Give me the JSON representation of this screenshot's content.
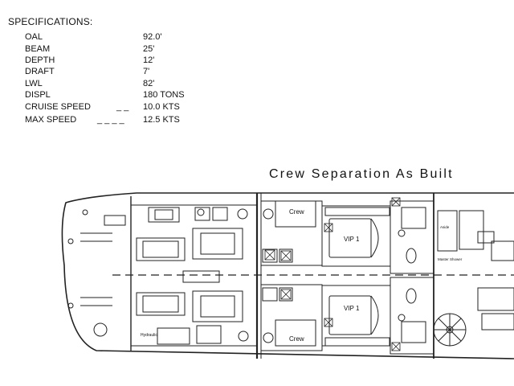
{
  "specifications": {
    "title": "SPECIFICATIONS:",
    "rows": [
      {
        "label": "OAL",
        "value": "92.0'"
      },
      {
        "label": "BEAM",
        "value": "25'"
      },
      {
        "label": "DEPTH",
        "value": "12'"
      },
      {
        "label": "DRAFT",
        "value": "7'"
      },
      {
        "label": "LWL",
        "value": "82'"
      },
      {
        "label": "DISPL",
        "value": "180 TONS"
      },
      {
        "label": "CRUISE SPEED",
        "value": "10.0 KTS",
        "leader": "_ _"
      },
      {
        "label": "MAX SPEED",
        "value": "12.5 KTS",
        "leader": "_ _ _ _"
      }
    ]
  },
  "plan": {
    "title": "Crew Separation As Built",
    "rooms": {
      "crew_upper": "Crew",
      "crew_lower": "Crew",
      "vip_upper": "VIP 1",
      "vip_lower": "VIP 1",
      "hydraulics": "Hydraulic",
      "master_shower": "Master Shower",
      "aside": "Aside"
    }
  }
}
